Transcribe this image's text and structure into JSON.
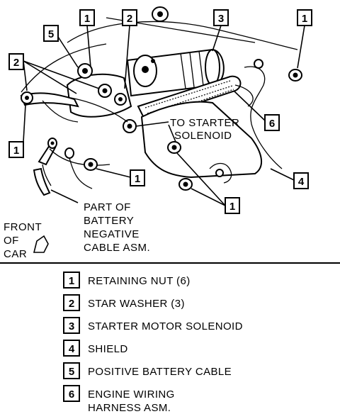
{
  "diagram": {
    "callouts": {
      "c1_top": "1",
      "c2_top": "2",
      "c3_top": "3",
      "c1_right": "1",
      "c5_left": "5",
      "c2_left": "2",
      "c6_mid": "6",
      "c1_left": "1",
      "c1_center": "1",
      "c4_right": "4",
      "c1_lower": "1"
    },
    "notes": {
      "starter_line1": "TO STARTER",
      "starter_line2": "SOLENOID",
      "battery_line1": "PART OF",
      "battery_line2": "BATTERY",
      "battery_line3": "NEGATIVE",
      "battery_line4": "CABLE ASM.",
      "front_line1": "FRONT",
      "front_line2": "OF",
      "front_line3": "CAR"
    }
  },
  "legend": [
    {
      "num": "1",
      "label": "RETAINING NUT (6)"
    },
    {
      "num": "2",
      "label": "STAR WASHER (3)"
    },
    {
      "num": "3",
      "label": "STARTER MOTOR SOLENOID"
    },
    {
      "num": "4",
      "label": "SHIELD"
    },
    {
      "num": "5",
      "label": "POSITIVE BATTERY CABLE"
    },
    {
      "num": "6",
      "label": "ENGINE WIRING",
      "label2": "HARNESS ASM."
    }
  ]
}
